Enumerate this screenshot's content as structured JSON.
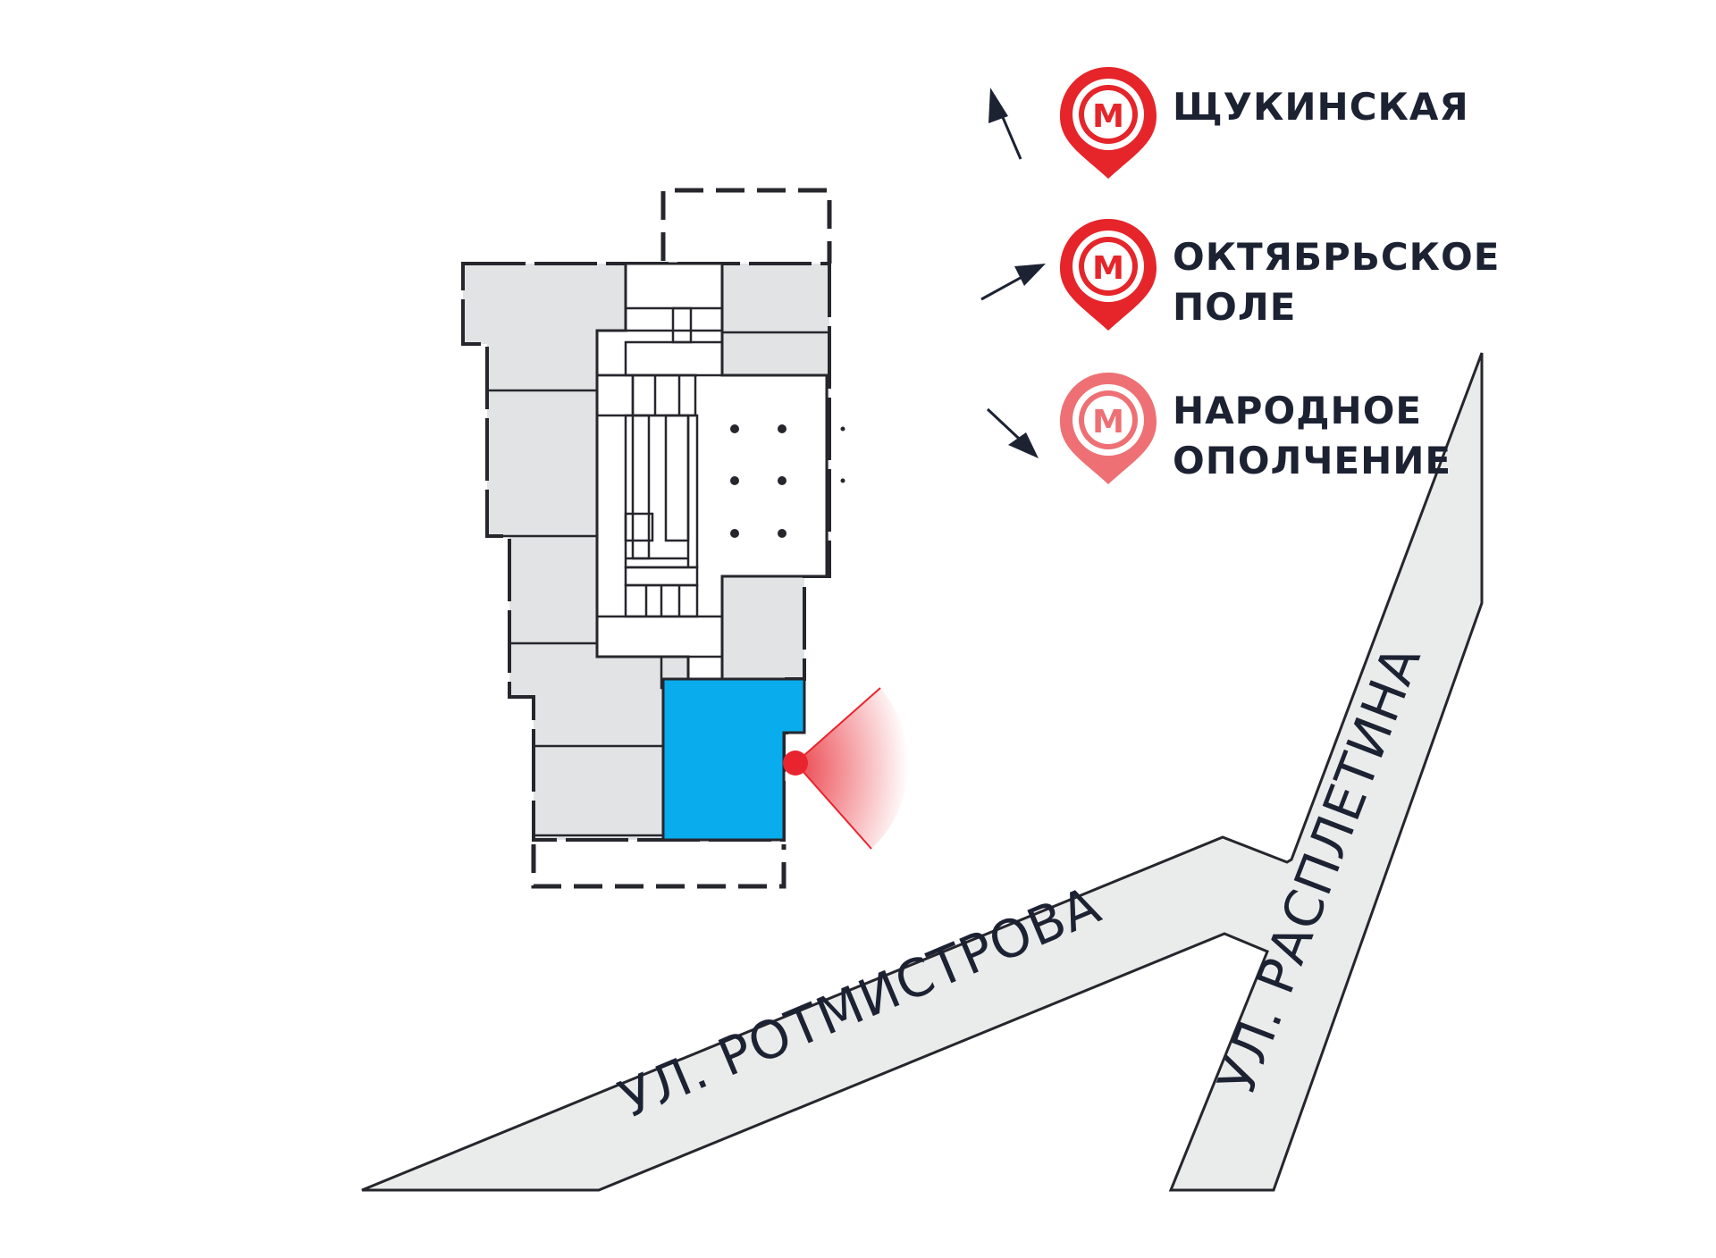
{
  "colors": {
    "road_fill": "#e9eceb",
    "road_outline": "#26262d",
    "street_text": "#1d2233",
    "unit_fill": "#e1e3e4",
    "core_fill": "#ffffff",
    "highlight": "#09acec",
    "wall": "#26262d",
    "metro_red": "#e5252a",
    "text_dark": "#1d2233",
    "marker_red": "#e8242e"
  },
  "metro": {
    "stations": [
      {
        "line1": "ЩУКИНСКАЯ",
        "line2": "",
        "arrow": "arrow-up-left-icon",
        "faded": false
      },
      {
        "line1": "ОКТЯБРЬСКОЕ",
        "line2": "ПОЛЕ",
        "arrow": "arrow-up-right-icon",
        "faded": false
      },
      {
        "line1": "НАРОДНОЕ",
        "line2": "ОПОЛЧЕНИЕ",
        "arrow": "arrow-down-right-icon",
        "faded": true
      }
    ],
    "logo_letter": "М"
  },
  "streets": {
    "rotmistrova": "УЛ. РОТМИСТРОВА",
    "rasplyotina": "УЛ. РАСПЛЕТИНА"
  },
  "plan": {
    "highlighted_unit": "highlighted-apartment",
    "view_marker": "view-point-icon"
  }
}
